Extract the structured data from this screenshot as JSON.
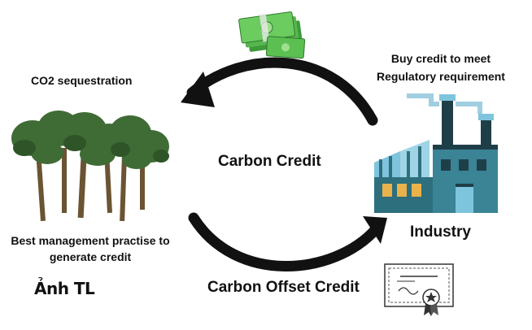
{
  "diagram": {
    "labels": {
      "co2": "CO2 sequestration",
      "buy_line1": "Buy credit to meet",
      "buy_line2": "Regulatory requirement",
      "carbon_credit": "Carbon Credit",
      "industry": "Industry",
      "best_line1": "Best management practise to",
      "best_line2": "generate credit",
      "carbon_offset": "Carbon Offset Credit",
      "watermark": "Ảnh TL"
    },
    "icons": {
      "money": "money-stack-icon",
      "trees": "forest-icon",
      "factory": "factory-icon",
      "certificate": "certificate-icon",
      "top_arrow": "curved-arrow-left",
      "bottom_arrow": "curved-arrow-right"
    },
    "colors": {
      "text": "#111111",
      "arrow": "#111111",
      "tree_foliage": "#3f6b35",
      "tree_trunk": "#6b5433",
      "factory_teal": "#2e6f7d",
      "factory_light": "#7fc4dd",
      "factory_dark": "#1f3f48",
      "money_green": "#5bbf52"
    }
  }
}
